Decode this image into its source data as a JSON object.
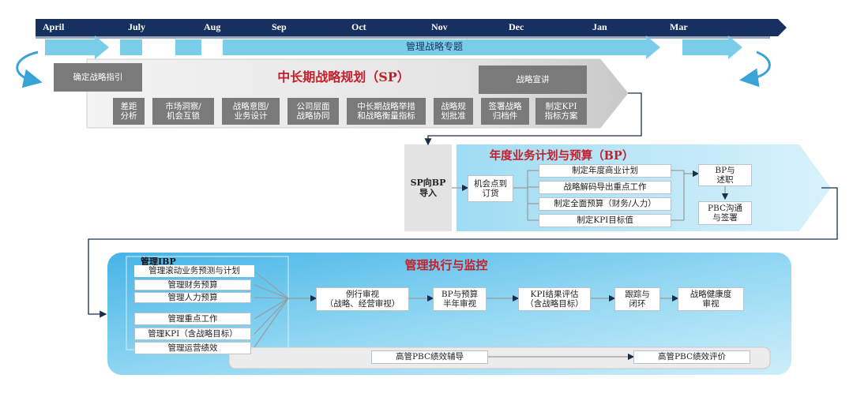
{
  "timeline": {
    "months": [
      "April",
      "July",
      "Aug",
      "Sep",
      "Oct",
      "Nov",
      "Dec",
      "Jan",
      "Mar"
    ],
    "topic_label": "管理战略专题"
  },
  "sp": {
    "guide_label": "确定战略指引",
    "title": "中长期战略规划（SP）",
    "publicize_label": "战略宣讲",
    "steps": [
      "差距\n分析",
      "市场洞察/\n机会互锁",
      "战略意图/\n业务设计",
      "公司层面\n战略协同",
      "中长期战略举措\n和战略衡量指标",
      "战略规\n划批准",
      "签署战略\n归档件",
      "制定KPI\n指标方案"
    ]
  },
  "bp": {
    "import_label": "SP向BP\n导入",
    "title": "年度业务计划与预算（BP）",
    "opportunity_label": "机会点到\n订货",
    "tasks": [
      "制定年度商业计划",
      "战略解码导出重点工作",
      "制定全面预算（财务/人力）",
      "制定KPI目标值"
    ],
    "report_label": "BP与\n述职",
    "pbc_label": "PBC沟通\n与签署"
  },
  "exec": {
    "title": "管理执行与监控",
    "ibp_label": "管理IBP",
    "left_items": [
      "管理滚动业务预测与计划",
      "管理财务预算",
      "管理人力预算",
      "管理重点工作",
      "管理KPI（含战略目标）",
      "管理运营绩效"
    ],
    "flow": [
      "例行审视\n（战略、经营审视）",
      "BP与预算\n半年审视",
      "KPI结果评估\n（含战略目标）",
      "跟踪与\n闭环",
      "战略健康度\n审视"
    ],
    "pbc_coach_label": "高管PBC绩效辅导",
    "pbc_eval_label": "高管PBC绩效评价"
  },
  "colors": {
    "navy": "#16315f",
    "arrow_blue": "#79cde9",
    "title_red": "#c4202c",
    "box_gray": "#7a7a7a",
    "connector": "#1a2d4d"
  }
}
